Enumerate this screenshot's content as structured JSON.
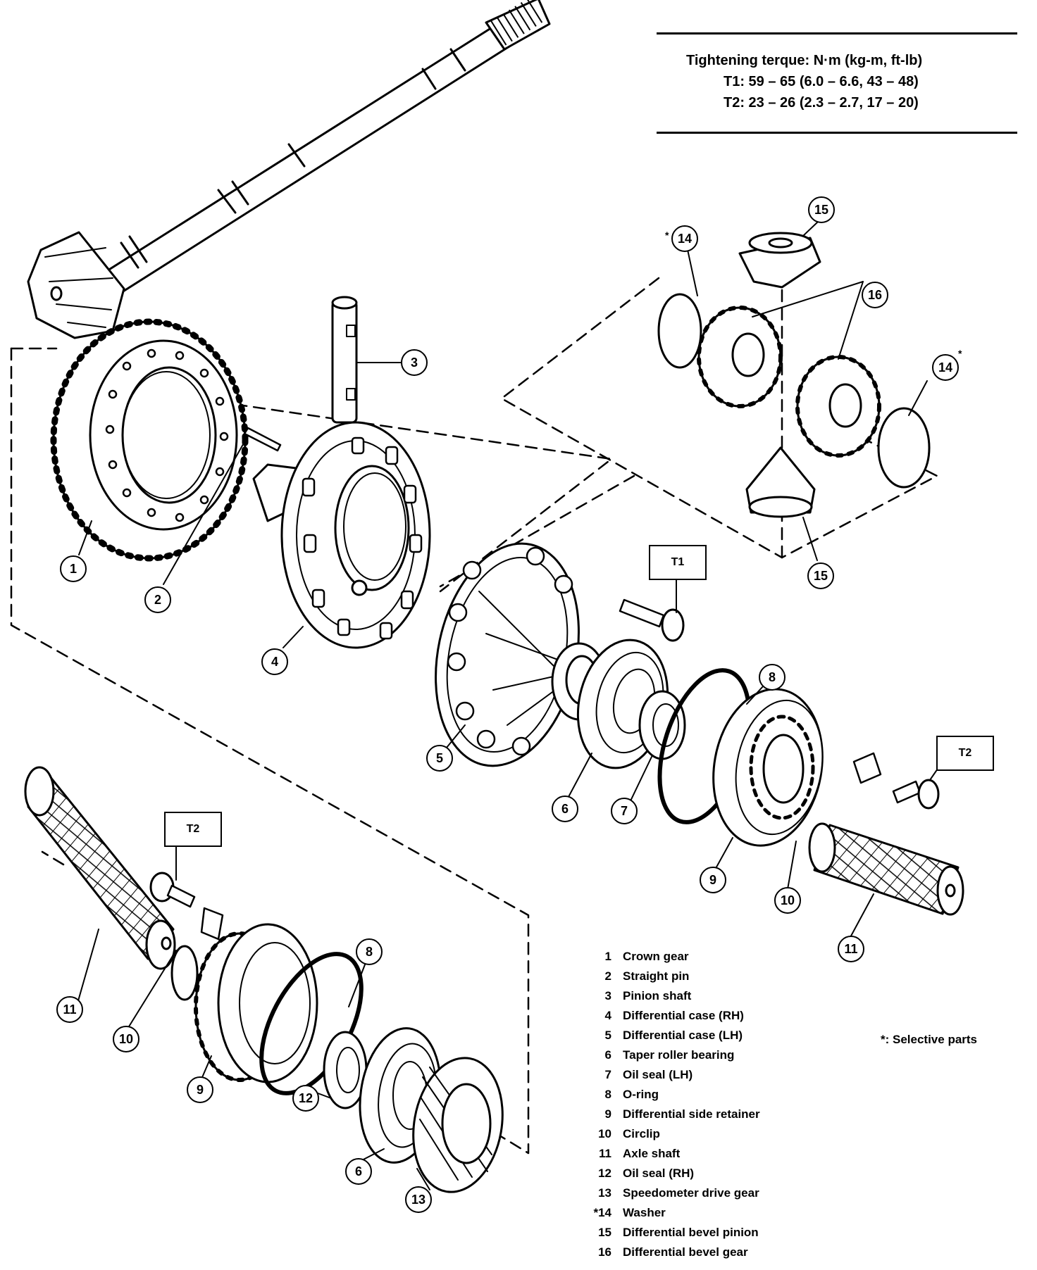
{
  "torque": {
    "title": "Tightening terque:  N·m (kg-m, ft-lb)",
    "t1": "T1:  59 – 65 (6.0 – 6.6, 43 – 48)",
    "t2": "T2:  23 – 26 (2.3 – 2.7, 17 – 20)"
  },
  "torque_labels": {
    "t1": "T1",
    "t2_right": "T2",
    "t2_left": "T2"
  },
  "callouts": {
    "c1": "1",
    "c2": "2",
    "c3": "3",
    "c4": "4",
    "c5": "5",
    "c6a": "6",
    "c7": "7",
    "c8a": "8",
    "c9a": "9",
    "c10a": "10",
    "c11a": "11",
    "c11b": "11",
    "c10b": "10",
    "c9b": "9",
    "c8b": "8",
    "c12": "12",
    "c6b": "6",
    "c13": "13",
    "c14a": "14",
    "c14b": "14",
    "c15a": "15",
    "c15b": "15",
    "c16": "16"
  },
  "selective_marks": {
    "m14a": "*",
    "m14b": "*"
  },
  "parts": [
    {
      "num": "1",
      "name": "Crown gear"
    },
    {
      "num": "2",
      "name": "Straight pin"
    },
    {
      "num": "3",
      "name": "Pinion shaft"
    },
    {
      "num": "4",
      "name": "Differential case (RH)"
    },
    {
      "num": "5",
      "name": "Differential case (LH)"
    },
    {
      "num": "6",
      "name": "Taper roller bearing"
    },
    {
      "num": "7",
      "name": "Oil seal (LH)"
    },
    {
      "num": "8",
      "name": "O-ring"
    },
    {
      "num": "9",
      "name": "Differential side retainer"
    },
    {
      "num": "10",
      "name": "Circlip"
    },
    {
      "num": "11",
      "name": "Axle shaft"
    },
    {
      "num": "12",
      "name": "Oil seal (RH)"
    },
    {
      "num": "13",
      "name": "Speedometer drive gear"
    },
    {
      "num": "*14",
      "name": "Washer"
    },
    {
      "num": "15",
      "name": "Differential bevel pinion"
    },
    {
      "num": "16",
      "name": "Differential bevel gear"
    }
  ],
  "selective_note": "*:  Selective parts"
}
